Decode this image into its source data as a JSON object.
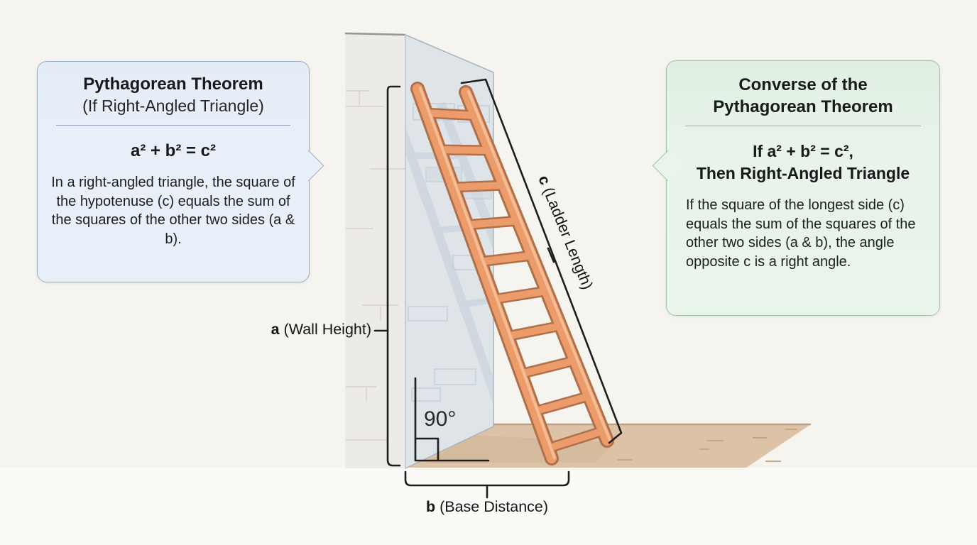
{
  "left_panel": {
    "title": "Pythagorean Theorem",
    "subtitle": "(If Right-Angled Triangle)",
    "formula": "a² + b² = c²",
    "body": "In a right-angled triangle, the square of the hypotenuse (c) equals the sum of the squares of the other two sides (a & b)."
  },
  "right_panel": {
    "title_line1": "Converse of the",
    "title_line2": "Pythagorean Theorem",
    "formula_line1": "If a² + b² = c²,",
    "formula_line2": "Then Right-Angled Triangle",
    "body": "If the square of the longest side (c) equals the sum of the squares of the other two sides (a & b), the angle opposite c is a right angle."
  },
  "diagram": {
    "wall_height_label": {
      "symbol": "a",
      "text": " (Wall Height)"
    },
    "base_distance_label": {
      "symbol": "b",
      "text": " (Base Distance)"
    },
    "ladder_length_label": {
      "symbol": "c",
      "text": " (Ladder Length)"
    },
    "right_angle_label": "90°",
    "colors": {
      "background": "#f5f4ef",
      "wall_side": "#ecebe7",
      "wall_front": "#dfe4e9",
      "floor": "#dcc3a7",
      "ladder": "#ec9c6b",
      "ladder_outline": "#b0714a",
      "ladder_highlight": "#f6bd95",
      "dimension_line": "#1d1d1d",
      "panel_blue": "#e9eff8",
      "panel_green": "#e9f4ea"
    }
  }
}
